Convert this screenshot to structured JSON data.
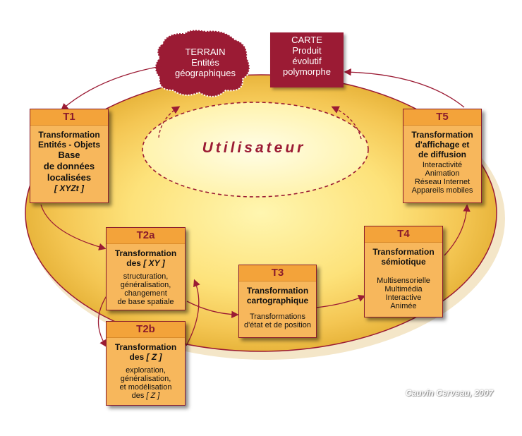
{
  "center": {
    "label": "Utilisateur"
  },
  "terrain": {
    "lines": [
      "TERRAIN",
      "Entités",
      "géographiques"
    ]
  },
  "carte": {
    "lines": [
      "CARTE",
      "Produit",
      "évolutif",
      "polymorphe"
    ]
  },
  "boxes": {
    "t1": {
      "code": "T1",
      "title": "Transformation",
      "title2": "Entités - Objets",
      "base1": "Base",
      "base2": "de données",
      "base3": "localisées",
      "sub": "[ XYZt ]"
    },
    "t2a": {
      "code": "T2a",
      "title": "Transformation",
      "title2_prefix": "des",
      "title2_var": "[ XY ]",
      "desc": [
        "structuration,",
        "généralisation,",
        "changement",
        "de base spatiale"
      ]
    },
    "t2b": {
      "code": "T2b",
      "title": "Transformation",
      "title2_prefix": "des",
      "title2_var": "[ Z ]",
      "desc": [
        "exploration,",
        "généralisation,",
        "et modélisation"
      ],
      "desc_last_prefix": "des",
      "desc_last_var": "[ Z ]"
    },
    "t3": {
      "code": "T3",
      "title": "Transformation",
      "title2": "cartographique",
      "desc": [
        "Transformations",
        "d'état et de position"
      ]
    },
    "t4": {
      "code": "T4",
      "title": "Transformation",
      "title2": "sémiotique",
      "desc": [
        "Multisensorielle",
        "Multimédia",
        "Interactive",
        "Animée"
      ]
    },
    "t5": {
      "code": "T5",
      "title": "Transformation",
      "title2": "d'affichage et",
      "title3": "de diffusion",
      "desc": [
        "Interactivité",
        "Animation",
        "Réseau Internet",
        "Appareils mobiles"
      ]
    }
  },
  "colors": {
    "accent": "#9b1b34",
    "box_fill": "#f7b75c",
    "box_header": "#f3a33a",
    "ellipse_outer": "#f1d79a",
    "ellipse_inner": "#fff4b8"
  },
  "copyright": "Cauvin Cerveau, 2007"
}
